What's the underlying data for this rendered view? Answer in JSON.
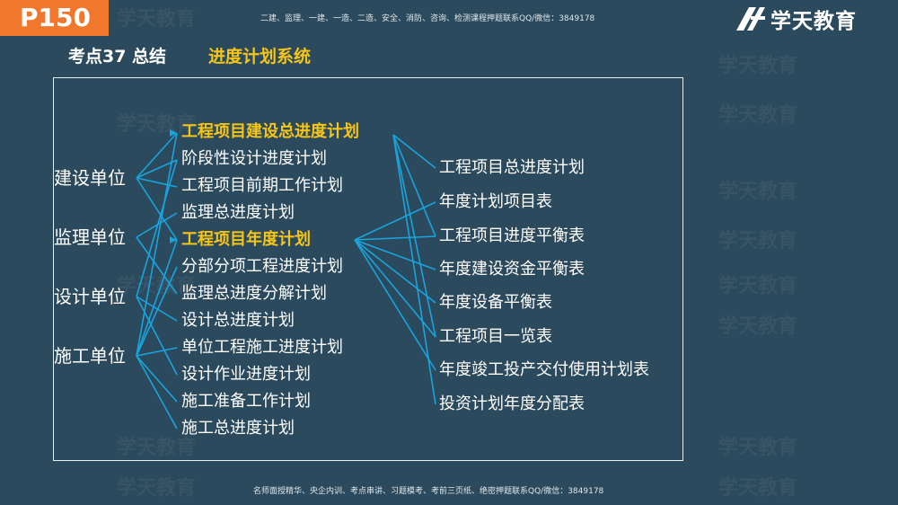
{
  "page_number": "P150",
  "top_note": "二建、监理、一建、一造、二造、安全、消防、咨询、检测课程押题联系QQ/微信：3849178",
  "bottom_note": "名师面授精华、央企内训、考点串讲、习题模考、考前三页纸、绝密押题联系QQ/微信：3849178",
  "logo_text": "学天教育",
  "watermark_text": "学天教育",
  "heading": "考点37 总结",
  "subheading": "进度计划系统",
  "colors": {
    "accent": "#f5c518",
    "badge": "#f0772b",
    "line": "#19a4de",
    "background": "#2b4a5d"
  },
  "diagram": {
    "parties": [
      "建设单位",
      "监理单位",
      "设计单位",
      "施工单位"
    ],
    "plans": [
      "工程项目建设总进度计划",
      "阶段性设计进度计划",
      "工程项目前期工作计划",
      "监理总进度计划",
      "工程项目年度计划",
      "分部分项工程进度计划",
      "监理总进度分解计划",
      "设计总进度计划",
      "单位工程施工进度计划",
      "设计作业进度计划",
      "施工准备工作计划",
      "施工总进度计划"
    ],
    "documents": [
      "工程项目总进度计划",
      "年度计划项目表",
      "工程项目进度平衡表",
      "年度建设资金平衡表",
      "年度设备平衡表",
      "工程项目一览表",
      "年度竣工投产交付使用计划表",
      "投资计划年度分配表"
    ]
  }
}
